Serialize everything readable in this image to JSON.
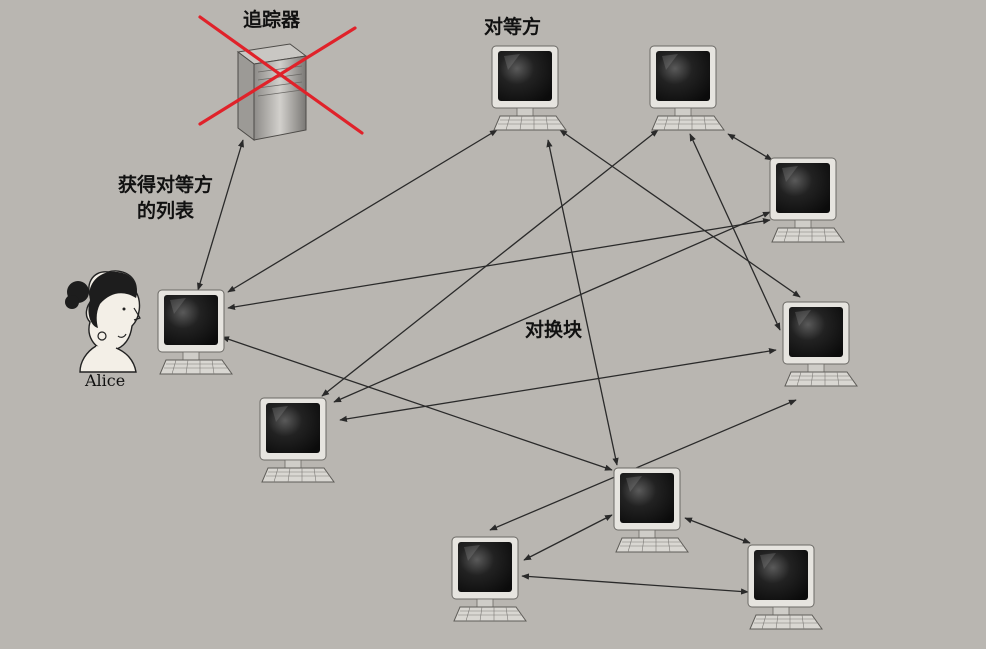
{
  "labels": {
    "tracker": "追踪器",
    "peers": "对等方",
    "get_list_line1": "获得对等方",
    "get_list_line2": "的列表",
    "alice": "Alice",
    "chunk_swap": "对换块"
  },
  "colors": {
    "arrow": "#2a2a2a",
    "cross": "#e0222a",
    "screen": "#151515",
    "bezel": "#e6e4df",
    "background": "#b9b6b1"
  },
  "icons": [
    "server-icon",
    "monitor-icon",
    "woman-icon",
    "cross-icon"
  ]
}
